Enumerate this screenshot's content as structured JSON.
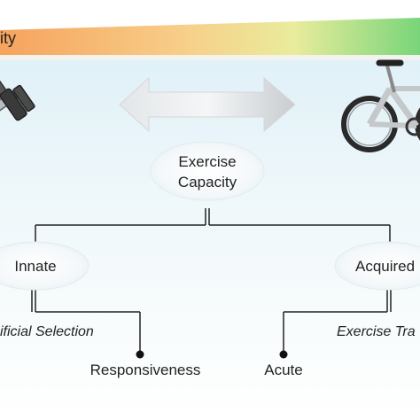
{
  "top_bar": {
    "label_fragment": "ity"
  },
  "center_node": {
    "line1": "Exercise",
    "line2": "Capacity"
  },
  "left_branch": {
    "node_label": "Innate",
    "sub_label": "ificial Selection",
    "leaf_label": "Responsiveness"
  },
  "right_branch": {
    "node_label": "Acquired",
    "sub_label": "Exercise Tra",
    "leaf_label": "Acute"
  },
  "icons": {
    "left": "dumbbell-icon",
    "right": "bicycle-icon",
    "middle": "double-arrow-icon"
  },
  "colors": {
    "bar_orange": "#f4a460",
    "bar_yellow": "#f6e39a",
    "bar_green": "#7fd67a",
    "bg_blue": "#d9eef6",
    "node_fill": "#eef5f8",
    "line": "#222222"
  }
}
